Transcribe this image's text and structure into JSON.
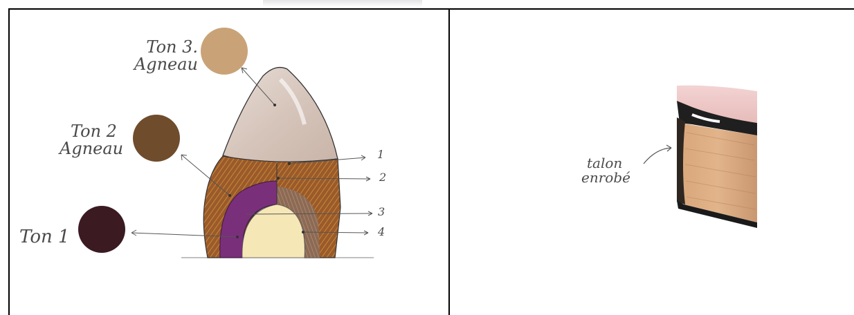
{
  "left_panel": {
    "tone3": {
      "line1": "Ton 3.",
      "line2": "Agneau",
      "color": "#c9a377"
    },
    "tone2": {
      "line1": "Ton 2",
      "line2": "Agneau",
      "color": "#6f4c2c"
    },
    "tone1": {
      "line1": "Ton 1",
      "color": "#3b1a22"
    },
    "markers": [
      "1",
      "2",
      "3",
      "4"
    ]
  },
  "right_panel": {
    "label_line1": "talon",
    "label_line2": "enrobé"
  }
}
